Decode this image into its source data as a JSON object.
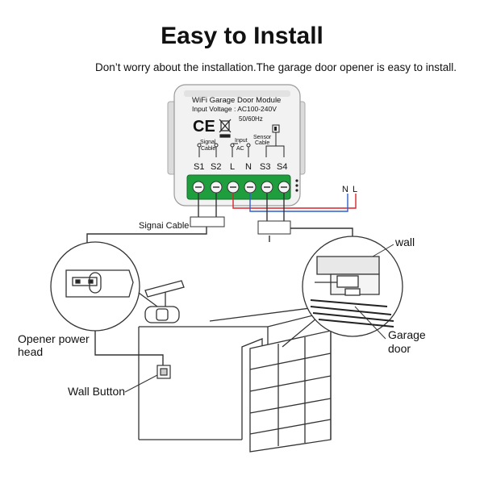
{
  "header": {
    "title": "Easy to Install",
    "subtitle": "Don’t worry about the installation.The garage door opener is easy to install."
  },
  "module": {
    "name": "WiFi Garage Door Module",
    "voltage": "Input Voltage : AC100-240V",
    "frequency": "50/60Hz",
    "ce_mark": "CE",
    "signal_label": "Signal",
    "cable_label": "Cable",
    "input_label": "Input",
    "ac_label": "AC",
    "sensor_label": "Sensor",
    "sensor_cable_label": "Cable",
    "terminals": [
      "S1",
      "S2",
      "L",
      "N",
      "S3",
      "S4"
    ]
  },
  "power": {
    "n_label": "N",
    "l_label": "L"
  },
  "labels": {
    "signal_cable": "Signai Cable",
    "wall": "wall",
    "opener_line1": "Opener power",
    "opener_line2": "head",
    "wall_button": "Wall Button",
    "garage_line1": "Garage",
    "garage_line2": "door"
  },
  "colors": {
    "terminal_green": "#1f9e3e",
    "wire_blue": "#2f5fd0",
    "wire_red": "#d8242c",
    "module_gray": "#ececec"
  }
}
